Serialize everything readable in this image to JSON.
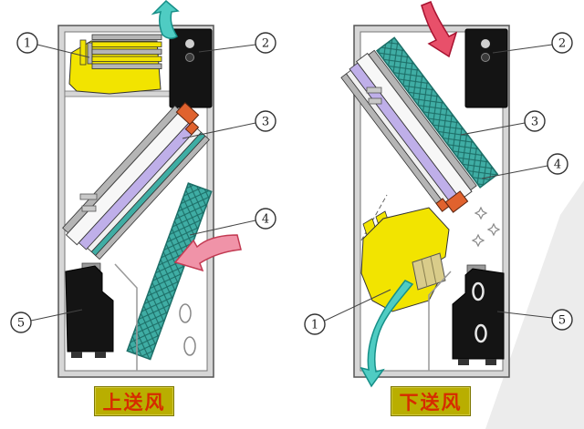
{
  "colors": {
    "yellow": "#f2e400",
    "khaki": "#d9cc8a",
    "teal": "#3fada4",
    "teal_line": "#1b6b64",
    "lavender": "#bfafe9",
    "gray_stripe": "#b5b5b5",
    "orange": "#e0622e",
    "black_part": "#141414",
    "wall": "#d6d6d6",
    "pink_arrow": "#f093a8",
    "red_arrow": "#e8506a",
    "teal_arrow": "#4fccc3",
    "label_bg": "#b9ae00",
    "label_text": "#d62b00"
  },
  "left_unit": {
    "label": "上送风",
    "callouts": [
      {
        "num": "1",
        "part": "fan-blower"
      },
      {
        "num": "2",
        "part": "control-box"
      },
      {
        "num": "3",
        "part": "heat-exchanger-coil"
      },
      {
        "num": "4",
        "part": "filter"
      },
      {
        "num": "5",
        "part": "compressor"
      }
    ]
  },
  "right_unit": {
    "label": "下送风",
    "callouts": [
      {
        "num": "1",
        "part": "fan-blower"
      },
      {
        "num": "2",
        "part": "control-box"
      },
      {
        "num": "3",
        "part": "heat-exchanger-coil"
      },
      {
        "num": "4",
        "part": "filter"
      },
      {
        "num": "5",
        "part": "compressor"
      }
    ]
  }
}
